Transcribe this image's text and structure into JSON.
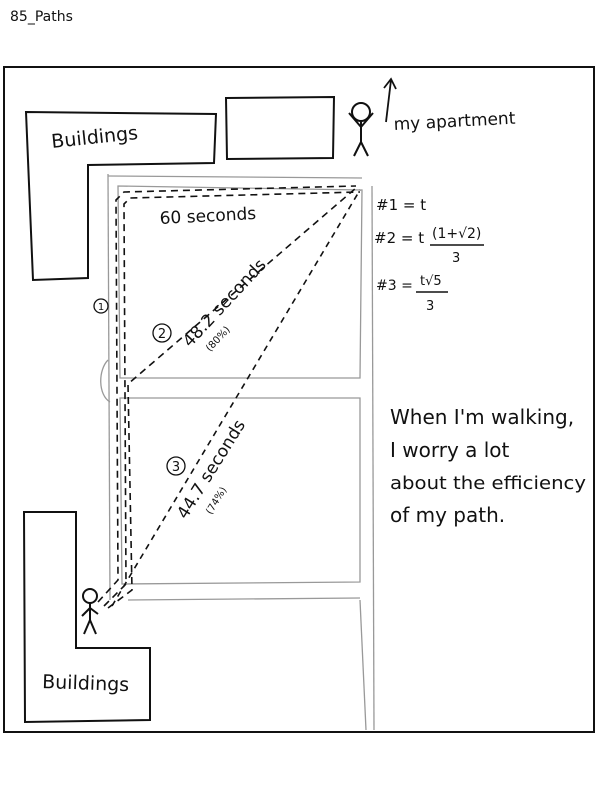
{
  "file_title": "85_Paths",
  "labels": {
    "buildings_top": "Buildings",
    "buildings_bottom": "Buildings",
    "my_apartment": "my apartment"
  },
  "paths": {
    "p1_number": "1",
    "p1_time": "60 seconds",
    "p2_number": "2",
    "p2_time": "48.2 seconds",
    "p2_percent": "(80%)",
    "p3_number": "3",
    "p3_time": "44.7 seconds",
    "p3_percent": "(74%)"
  },
  "formulas": {
    "f1": "#1 = t",
    "f2_prefix": "#2 = t",
    "f2_num": "(1+√2)",
    "f2_den": "3",
    "f3_prefix": "#3 = ",
    "f3_num": "t√5",
    "f3_den": "3"
  },
  "caption": {
    "line1": "When I'm walking,",
    "line2": "I worry a lot",
    "line3": "about the efficiency",
    "line4": "of my path."
  }
}
